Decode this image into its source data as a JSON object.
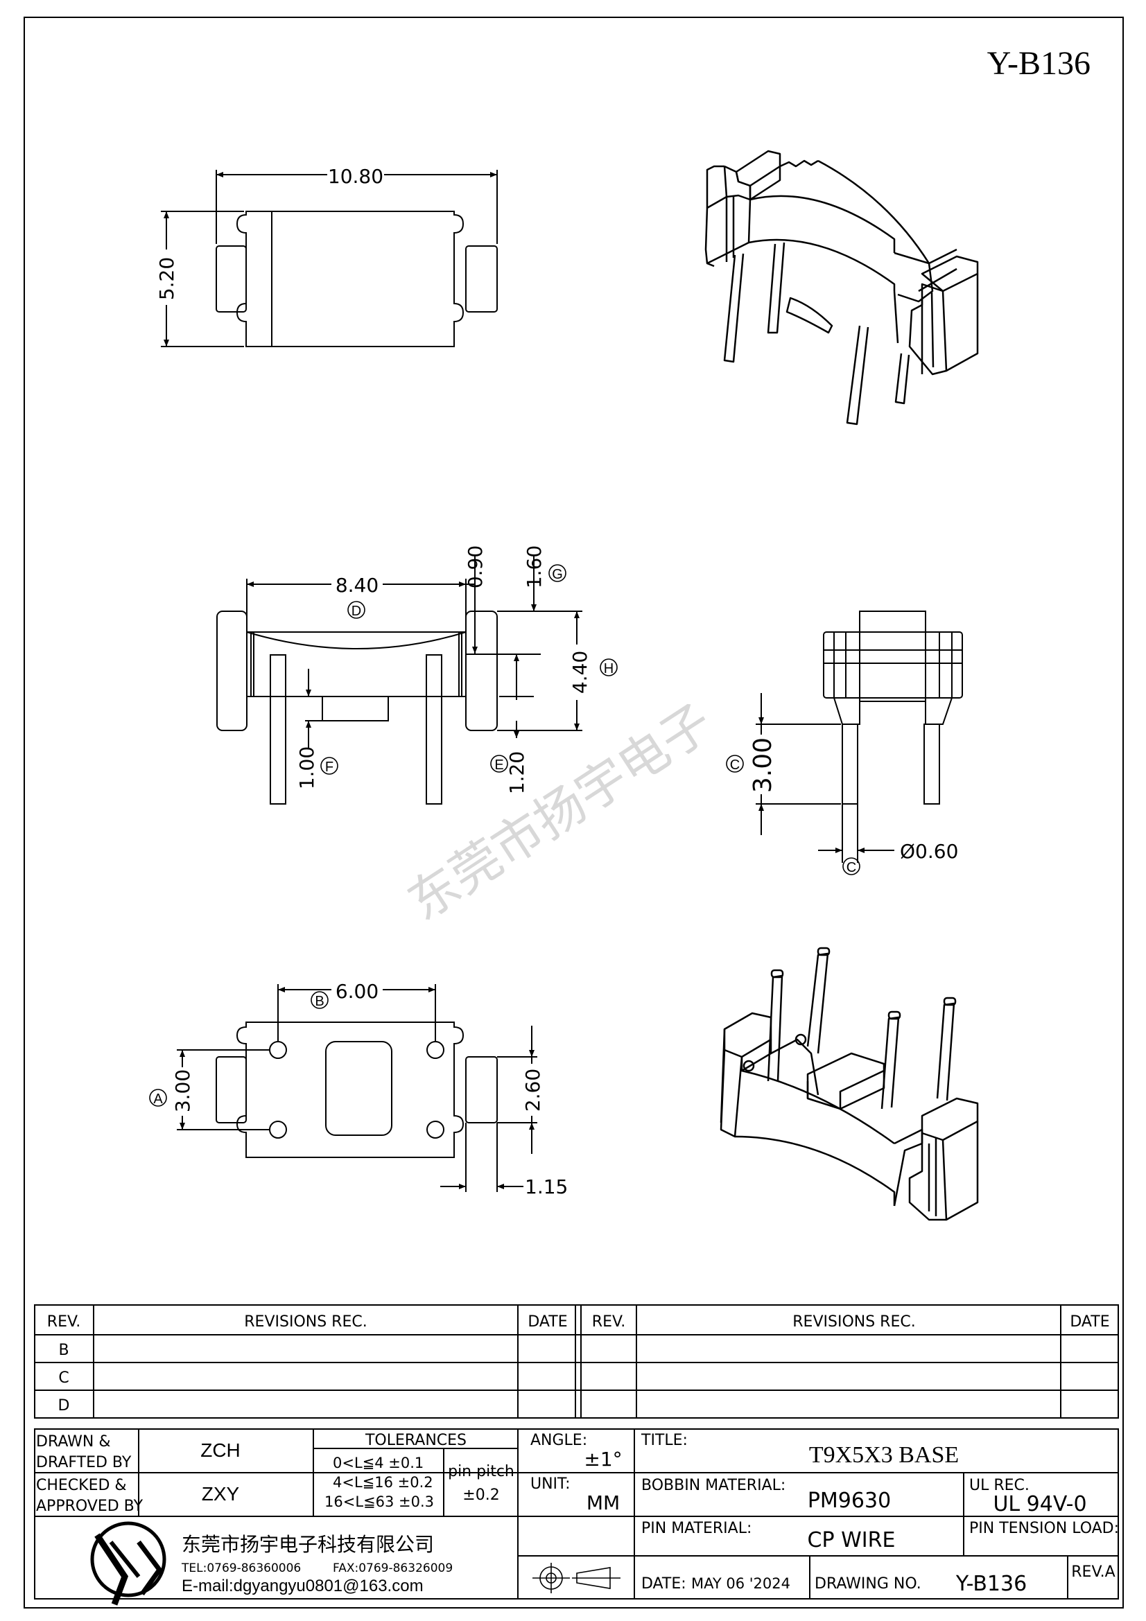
{
  "drawing_id": "Y-B136",
  "watermark": "东莞市扬宇电子",
  "dims": {
    "top_width": "10.80",
    "top_height": "5.20",
    "side_width": "8.40",
    "side_d_mark": "D",
    "side_gap": "0.90",
    "side_flange": "1.60",
    "side_g_mark": "G",
    "side_height": "4.40",
    "side_h_mark": "H",
    "side_step": "1.00",
    "side_f_mark": "F",
    "side_step2": "1.20",
    "side_e_mark": "E",
    "pin_length": "3.00",
    "pin_c_mark": "C",
    "pin_dia": "Ø0.60",
    "pin_dia_mark": "C",
    "bottom_pitch": "6.00",
    "bottom_b_mark": "B",
    "bottom_row": "3.00",
    "bottom_a_mark": "A",
    "bottom_height": "2.60",
    "bottom_flange": "1.15"
  },
  "revisions": {
    "headers": {
      "rev": "REV.",
      "rec": "REVISIONS   REC.",
      "date": "DATE"
    },
    "rows_left": [
      "B",
      "C",
      "D"
    ],
    "rows_right": [
      "",
      "",
      ""
    ]
  },
  "titleblock": {
    "drawn_label_1": "DRAWN &",
    "drawn_label_2": "DRAFTED BY",
    "drawn_value": "ZCH",
    "checked_label_1": "CHECKED &",
    "checked_label_2": "APPROVED BY",
    "checked_value": "ZXY",
    "tol_header": "TOLERANCES",
    "tol_1": "0<L≦4    ±0.1",
    "tol_2": "4<L≦16  ±0.2",
    "tol_3": "16<L≦63  ±0.3",
    "pin_pitch_label": "pin  pitch",
    "pin_pitch_value": "±0.2",
    "angle_label": "ANGLE:",
    "angle_value": "±1°",
    "unit_label": "UNIT:",
    "unit_value": "MM",
    "title_label": "TITLE:",
    "title_value": "T9X5X3  BASE",
    "bobbin_label": "BOBBIN  MATERIAL:",
    "bobbin_value": "PM9630",
    "ul_label": "UL  REC.",
    "ul_value": "UL  94V-0",
    "pin_mat_label": "PIN  MATERIAL:",
    "pin_mat_value": "CP  WIRE",
    "pin_tension_label": "PIN  TENSION  LOAD:",
    "company": "东莞市扬宇电子科技有限公司",
    "tel": "TEL:0769-86360006",
    "fax": "FAX:0769-86326009",
    "email": "E-mail:dgyangyu0801@163.com",
    "date_label": "DATE:",
    "date_value": "MAY 06 '2024",
    "drawing_no_label": "DRAWING  NO.",
    "drawing_no_value": "Y-B136",
    "rev_label": "REV.A"
  }
}
